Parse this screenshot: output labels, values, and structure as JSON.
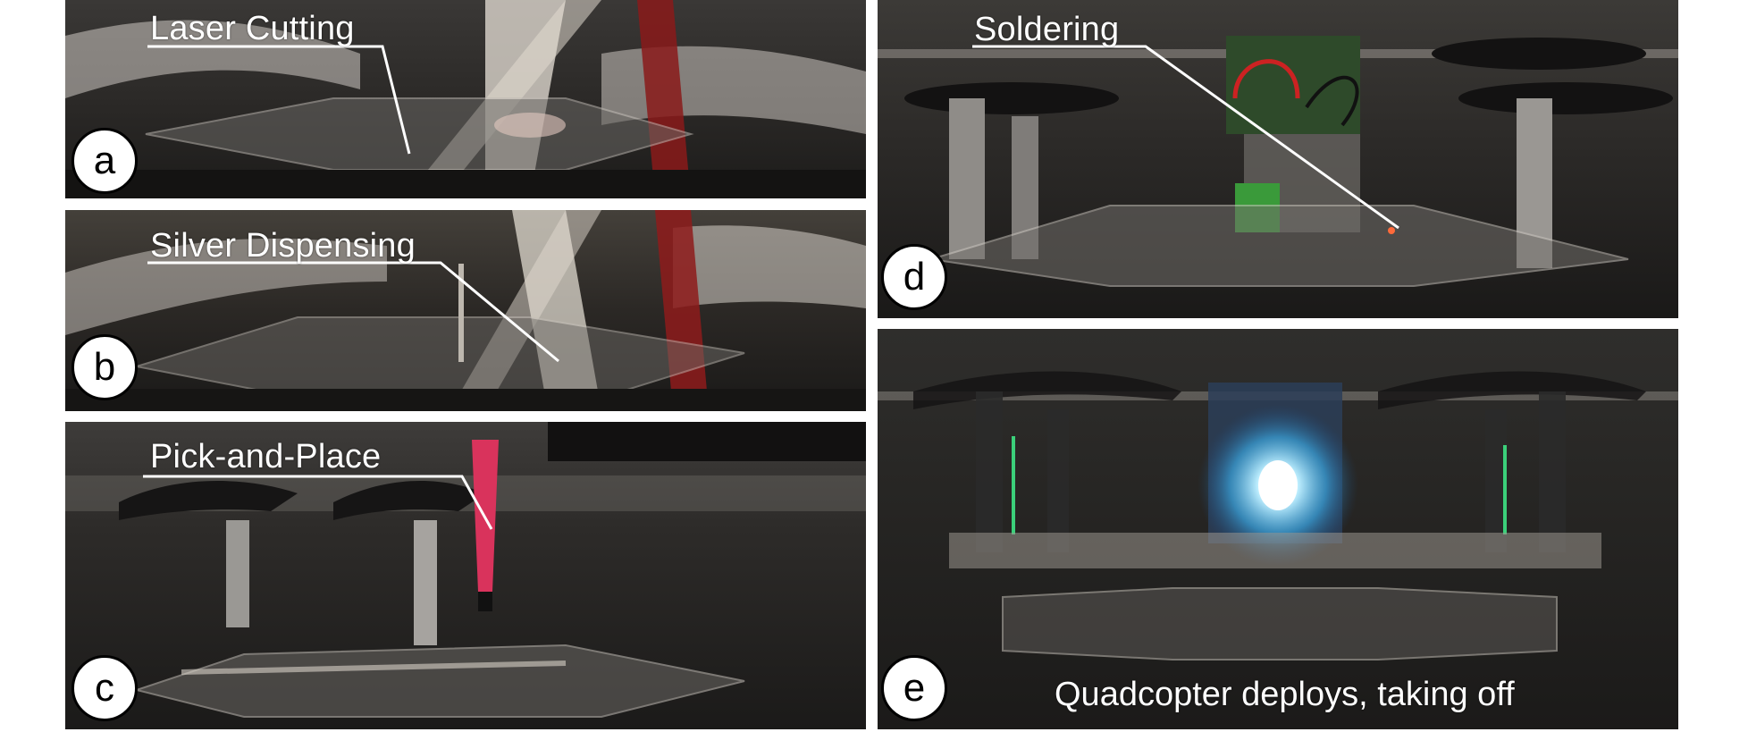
{
  "panels": [
    {
      "id": "a",
      "badge": "a",
      "label": "Laser Cutting"
    },
    {
      "id": "b",
      "badge": "b",
      "label": "Silver Dispensing"
    },
    {
      "id": "c",
      "badge": "c",
      "label": "Pick-and-Place"
    },
    {
      "id": "d",
      "badge": "d",
      "label": "Soldering"
    },
    {
      "id": "e",
      "badge": "e",
      "caption": "Quadcopter deploys, taking off"
    }
  ],
  "colors": {
    "background": "#ffffff",
    "label_text": "#ffffff",
    "badge_fill": "#ffffff",
    "badge_border": "#000000",
    "led_glow": "#7fd7ff"
  }
}
